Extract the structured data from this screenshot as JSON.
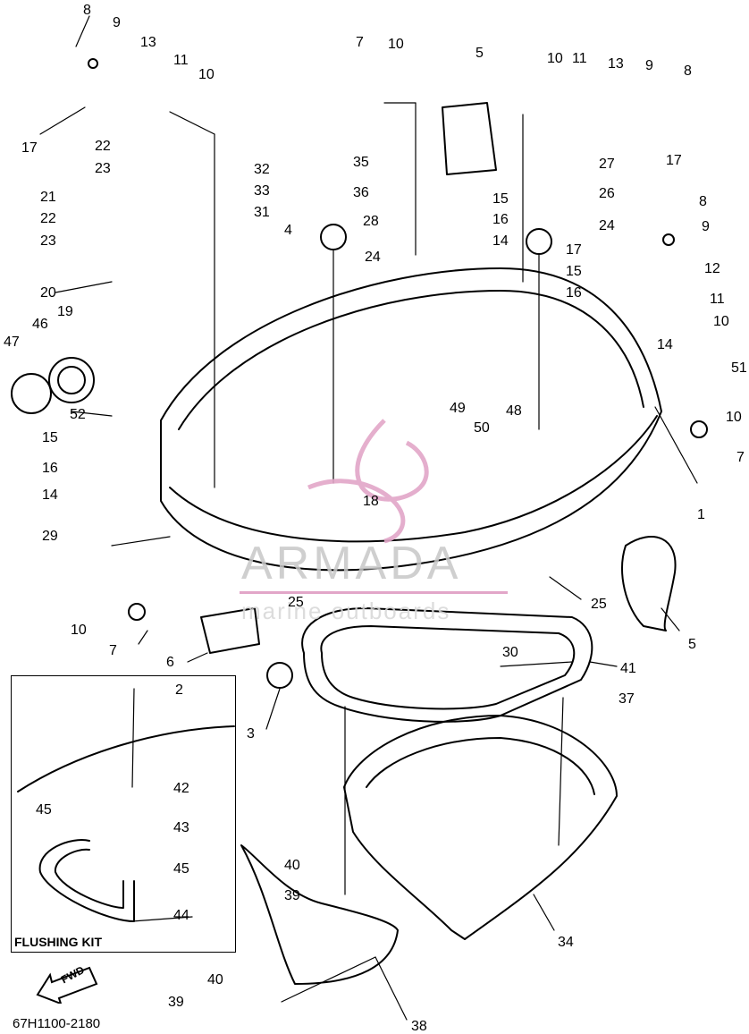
{
  "diagram": {
    "drawing_number": "67H1100-2180",
    "inset_title": "FLUSHING KIT",
    "fwd_label": "FWD",
    "watermark": {
      "brand": "ARMADA",
      "tagline": "marine outboards",
      "accent": "#e2a6c8"
    },
    "part_labels": [
      "8",
      "9",
      "13",
      "11",
      "10",
      "17",
      "22",
      "23",
      "21",
      "22",
      "23",
      "20",
      "19",
      "46",
      "47",
      "52",
      "15",
      "16",
      "14",
      "29",
      "10",
      "7",
      "6",
      "7",
      "10",
      "5",
      "32",
      "33",
      "31",
      "4",
      "35",
      "36",
      "28",
      "24",
      "15",
      "16",
      "14",
      "10",
      "11",
      "13",
      "9",
      "8",
      "17",
      "27",
      "26",
      "24",
      "8",
      "9",
      "17",
      "12",
      "15",
      "16",
      "11",
      "14",
      "10",
      "51",
      "10",
      "7",
      "1",
      "49",
      "50",
      "48",
      "18",
      "25",
      "25",
      "5",
      "30",
      "41",
      "3",
      "37",
      "2",
      "42",
      "45",
      "43",
      "45",
      "44",
      "40",
      "39",
      "34",
      "40",
      "39",
      "38"
    ]
  }
}
